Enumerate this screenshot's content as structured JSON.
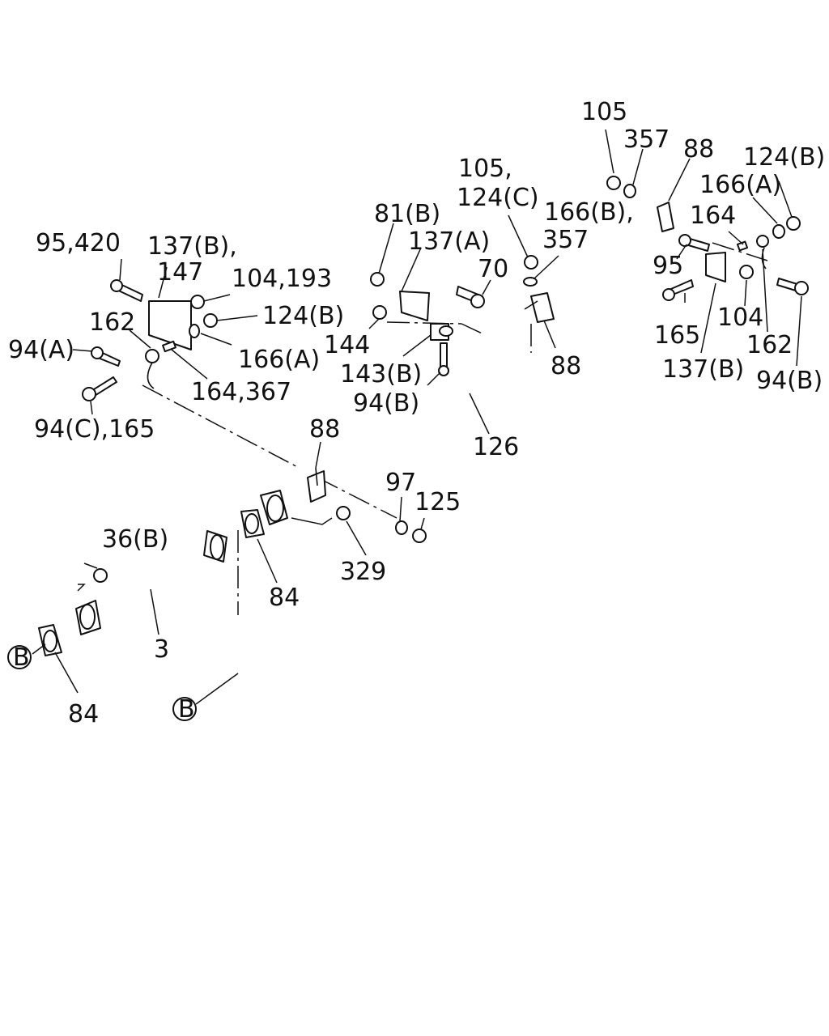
{
  "labels": {
    "l105a": "105",
    "l357a": "357",
    "l88a": "88",
    "l124Ba": "124(B)",
    "l105b": "105,",
    "l166Aa": "166(A)",
    "l124C": "124(C)",
    "l166B": "166(B),",
    "l164a": "164",
    "l81B": "81(B)",
    "l357b": "357",
    "l95a": "95,420",
    "l137Ba": "137(B),",
    "l137A": "137(A)",
    "l70": "70",
    "l95b": "95",
    "l147": "147",
    "l104a": "104,193",
    "l124Bb": "124(B)",
    "l162a": "162",
    "l144": "144",
    "l165a": "165",
    "l104b": "104",
    "l94Aa": "94(A)",
    "l166Ab": "166(A)",
    "l88b": "88",
    "l162b": "162",
    "l143B": "143(B)",
    "l137Bb": "137(B)",
    "l164b": "164,367",
    "l94Ba": "94(B)",
    "l94Bb": "94(B)",
    "l94C": "94(C),165",
    "l88c": "88",
    "l126": "126",
    "l97": "97",
    "l125": "125",
    "l36B": "36(B)",
    "l329": "329",
    "l84a": "84",
    "l3": "3",
    "lB1": "B",
    "l84b": "84",
    "lB2": "B"
  }
}
